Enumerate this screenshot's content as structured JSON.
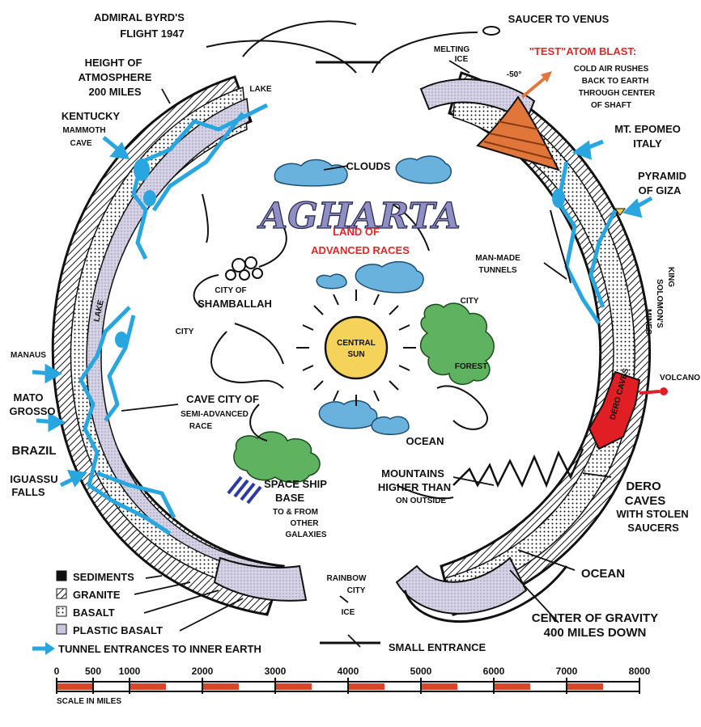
{
  "title": {
    "main": "AGHARTA",
    "sub_line1": "LAND OF",
    "sub_line2": "ADVANCED RACES"
  },
  "labels": {
    "byrd_line1": "ADMIRAL BYRD'S",
    "byrd_line2": "FLIGHT 1947",
    "atmos_line1": "HEIGHT OF",
    "atmos_line2": "ATMOSPHERE",
    "atmos_line3": "200 MILES",
    "kentucky_line1": "KENTUCKY",
    "kentucky_line2": "MAMMOTH",
    "kentucky_line3": "CAVE",
    "lake_top": "LAKE",
    "lake_left": "LAKE",
    "saucer": "SAUCER TO VENUS",
    "melting_line1": "MELTING",
    "melting_line2": "ICE",
    "degrees": "-50°",
    "atom_title": "\"TEST\"ATOM BLAST:",
    "atom_line1": "COLD AIR RUSHES",
    "atom_line2": "BACK TO EARTH",
    "atom_line3": "THROUGH CENTER",
    "atom_line4": "OF SHAFT",
    "epomeo_line1": "MT. EPOMEO",
    "epomeo_line2": "ITALY",
    "giza_line1": "PYRAMID",
    "giza_line2": "OF GIZA",
    "clouds": "CLOUDS",
    "tunnels_line1": "MAN-MADE",
    "tunnels_line2": "TUNNELS",
    "solomon_line1": "KING",
    "solomon_line2": "SOLOMON'S",
    "solomon_line3": "MINES",
    "shamballah_line1": "CITY OF",
    "shamballah_line2": "SHAMBALLAH",
    "city_left": "CITY",
    "city_right": "CITY",
    "sun_line1": "CENTRAL",
    "sun_line2": "SUN",
    "forest": "FOREST",
    "manaus": "MANAUS",
    "mato_line1": "MATO",
    "mato_line2": "GROSSO",
    "brazil": "BRAZIL",
    "cave_city_line1": "CAVE CITY OF",
    "cave_city_line2": "SEMI-ADVANCED",
    "cave_city_line3": "RACE",
    "volcano": "VOLCANO",
    "dero_inner": "DERO CAVES",
    "ocean_inner": "OCEAN",
    "iguassu_line1": "IGUASSU",
    "iguassu_line2": "FALLS",
    "spaceship_line1": "SPACE SHIP",
    "spaceship_line2": "BASE",
    "spaceship_line3": "TO & FROM",
    "spaceship_line4": "OTHER",
    "spaceship_line5": "GALAXIES",
    "mountains_line1": "MOUNTAINS",
    "mountains_line2": "HIGHER THAN",
    "mountains_line3": "ON OUTSIDE",
    "dero_line1": "DERO",
    "dero_line2": "CAVES",
    "dero_line3": "WITH STOLEN",
    "dero_line4": "SAUCERS",
    "ocean_outer": "OCEAN",
    "rainbow_line1": "RAINBOW",
    "rainbow_line2": "CITY",
    "ice": "ICE",
    "gravity_line1": "CENTER OF GRAVITY",
    "gravity_line2": "400 MILES DOWN",
    "small_entrance": "SMALL ENTRANCE"
  },
  "legend": {
    "items": [
      {
        "label": "SEDIMENTS",
        "swatch": "solid-black"
      },
      {
        "label": "GRANITE",
        "swatch": "hatched"
      },
      {
        "label": "BASALT",
        "swatch": "dotted"
      },
      {
        "label": "PLASTIC BASALT",
        "swatch": "light-purple"
      }
    ],
    "tunnel_label": "TUNNEL ENTRANCES TO INNER EARTH"
  },
  "scale": {
    "label": "SCALE IN MILES",
    "ticks": [
      "0",
      "500",
      "1000",
      "2000",
      "3000",
      "4000",
      "5000",
      "6000",
      "7000",
      "8000"
    ]
  },
  "colors": {
    "tunnel_blue": "#29a6df",
    "cloud_blue": "#6ab2de",
    "forest_green": "#5fb25f",
    "sun_yellow": "#f5d25a",
    "blast_orange": "#e0763a",
    "dero_red": "#e01e24",
    "plastic_basalt": "#c9c7dd",
    "scale_red": "#d8452c"
  }
}
